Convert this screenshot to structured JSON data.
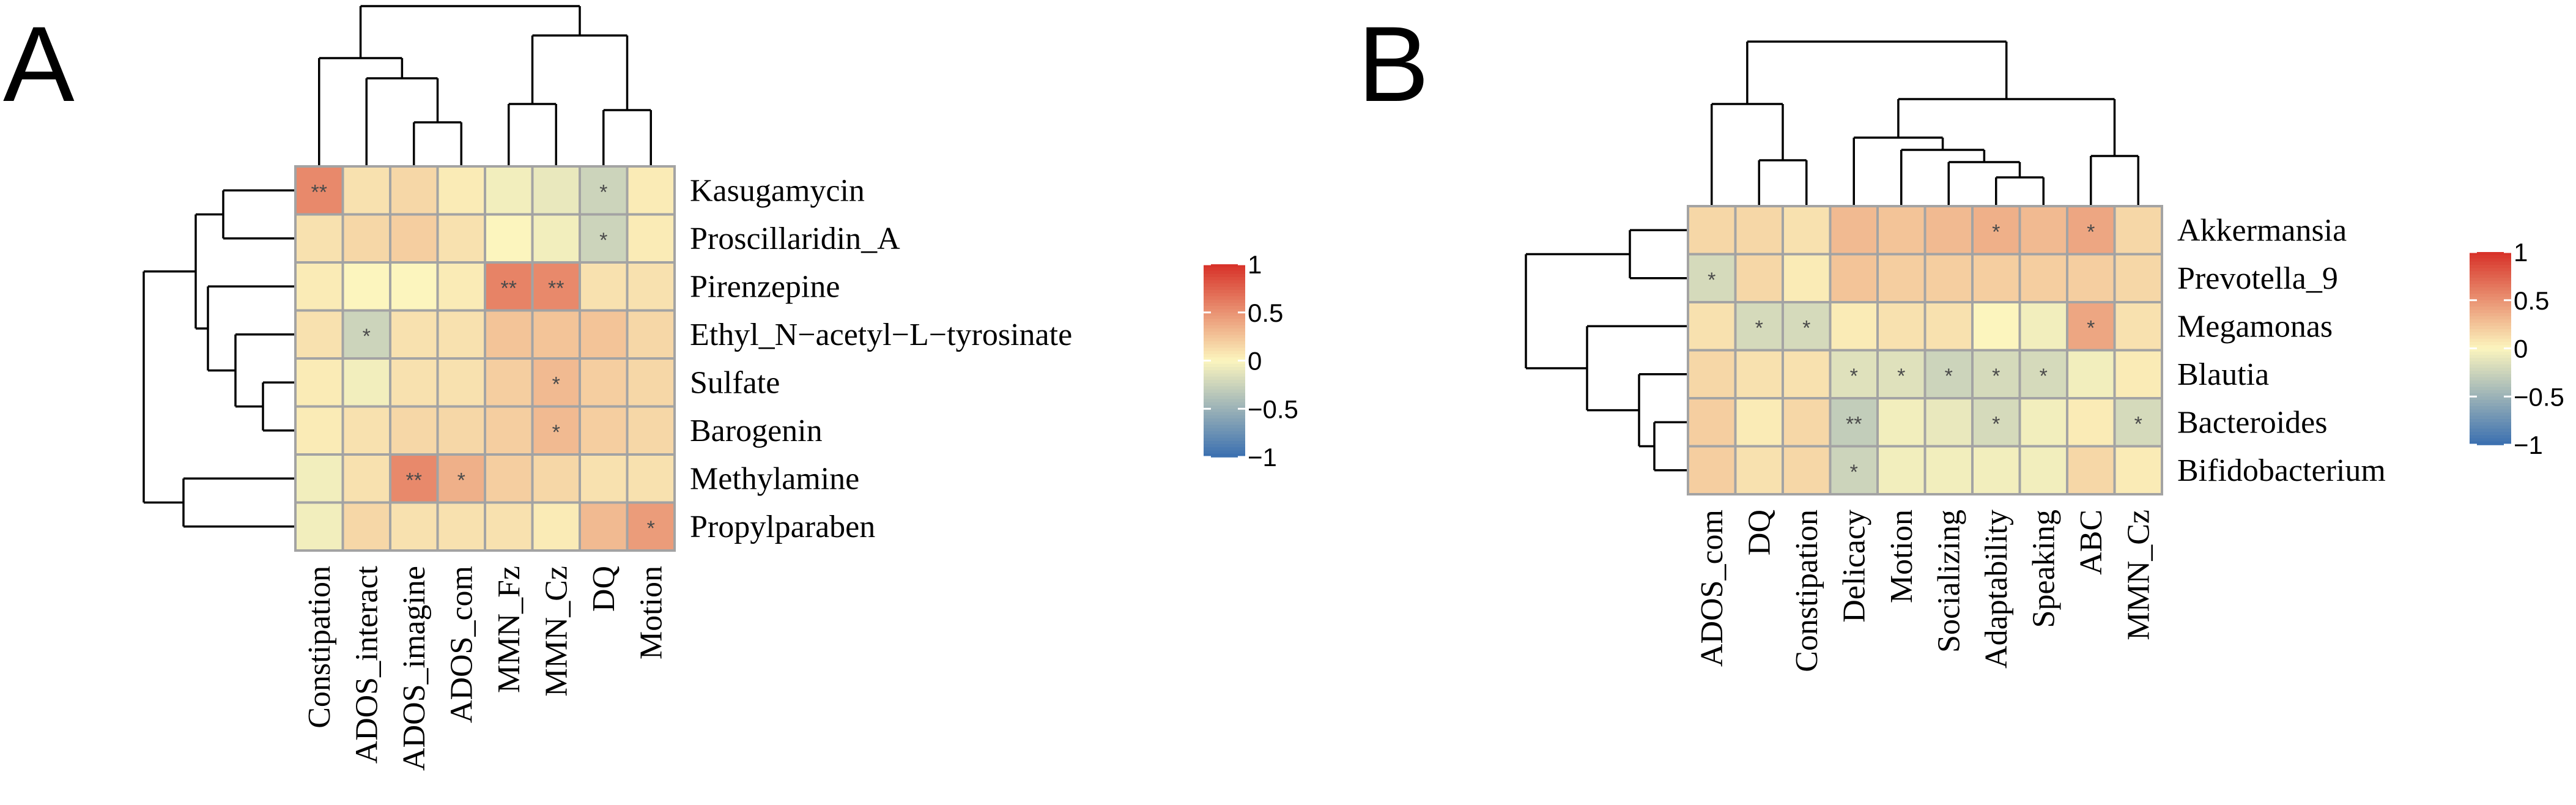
{
  "chart_data": [
    {
      "type": "heatmap",
      "panel": "A",
      "rows": [
        "Kasugamycin",
        "Proscillaridin_A",
        "Pirenzepine",
        "Ethyl_N−acetyl−L−tyrosinate",
        "Sulfate",
        "Barogenin",
        "Methylamine",
        "Propylparaben"
      ],
      "columns": [
        "Constipation",
        "ADOS_interact",
        "ADOS_imagine",
        "ADOS_com",
        "MMN_Fz",
        "MMN_Cz",
        "DQ",
        "Motion"
      ],
      "values": [
        [
          0.55,
          0.1,
          0.15,
          0.05,
          -0.05,
          -0.1,
          -0.25,
          0.05
        ],
        [
          0.1,
          0.15,
          0.2,
          0.1,
          0.0,
          -0.05,
          -0.25,
          0.05
        ],
        [
          0.05,
          0.0,
          0.0,
          0.05,
          0.58,
          0.55,
          0.1,
          0.1
        ],
        [
          0.1,
          -0.25,
          0.1,
          0.1,
          0.25,
          0.25,
          0.25,
          0.15
        ],
        [
          0.05,
          -0.05,
          0.1,
          0.1,
          0.2,
          0.3,
          0.2,
          0.15
        ],
        [
          0.05,
          0.1,
          0.15,
          0.15,
          0.2,
          0.3,
          0.2,
          0.15
        ],
        [
          -0.05,
          0.1,
          0.55,
          0.35,
          0.2,
          0.15,
          0.1,
          0.1
        ],
        [
          -0.05,
          0.15,
          0.1,
          0.1,
          0.1,
          0.05,
          0.3,
          0.45
        ]
      ],
      "significance": [
        [
          "**",
          "",
          "",
          "",
          "",
          "",
          "*",
          ""
        ],
        [
          "",
          "",
          "",
          "",
          "",
          "",
          "*",
          ""
        ],
        [
          "",
          "",
          "",
          "",
          "**",
          "**",
          "",
          ""
        ],
        [
          "",
          "*",
          "",
          "",
          "",
          "",
          "",
          ""
        ],
        [
          "",
          "",
          "",
          "",
          "",
          "*",
          "",
          ""
        ],
        [
          "",
          "",
          "",
          "",
          "",
          "*",
          "",
          ""
        ],
        [
          "",
          "",
          "**",
          "*",
          "",
          "",
          "",
          ""
        ],
        [
          "",
          "",
          "",
          "",
          "",
          "",
          "",
          "*"
        ]
      ],
      "color_range": [
        -1,
        1
      ],
      "legend_ticks": [
        "1",
        "0.5",
        "0",
        "−0.5",
        "−1"
      ],
      "colors": {
        "low": "#3a6fb0",
        "mid": "#fcf5be",
        "high": "#d73027"
      }
    },
    {
      "type": "heatmap",
      "panel": "B",
      "rows": [
        "Akkermansia",
        "Prevotella_9",
        "Megamonas",
        "Blautia",
        "Bacteroides",
        "Bifidobacterium"
      ],
      "columns": [
        "ADOS_com",
        "DQ",
        "Constipation",
        "Delicacy",
        "Motion",
        "Socializing",
        "Adaptability",
        "Speaking",
        "ABC",
        "MMN_Cz"
      ],
      "values": [
        [
          0.15,
          0.15,
          0.1,
          0.3,
          0.25,
          0.3,
          0.35,
          0.3,
          0.4,
          0.15
        ],
        [
          -0.2,
          0.15,
          0.05,
          0.25,
          0.2,
          0.2,
          0.2,
          0.2,
          0.2,
          0.15
        ],
        [
          0.1,
          -0.2,
          -0.2,
          0.05,
          0.1,
          0.1,
          0.0,
          -0.05,
          0.4,
          0.1
        ],
        [
          0.15,
          0.1,
          0.1,
          -0.15,
          -0.15,
          -0.25,
          -0.2,
          -0.2,
          -0.05,
          0.05
        ],
        [
          0.2,
          0.05,
          0.15,
          -0.3,
          -0.05,
          -0.1,
          -0.2,
          -0.05,
          0.05,
          -0.2
        ],
        [
          0.2,
          0.1,
          0.15,
          -0.25,
          -0.05,
          -0.05,
          -0.05,
          -0.05,
          0.15,
          0.05
        ]
      ],
      "significance": [
        [
          "",
          "",
          "",
          "",
          "",
          "",
          "*",
          "",
          "*",
          ""
        ],
        [
          "*",
          "",
          "",
          "",
          "",
          "",
          "",
          "",
          "",
          ""
        ],
        [
          "",
          "*",
          "*",
          "",
          "",
          "",
          "",
          "",
          "*",
          ""
        ],
        [
          "",
          "",
          "",
          "*",
          "*",
          "*",
          "*",
          "*",
          "",
          ""
        ],
        [
          "",
          "",
          "",
          "**",
          "",
          "",
          "*",
          "",
          "",
          "*"
        ],
        [
          "",
          "",
          "",
          "*",
          "",
          "",
          "",
          "",
          "",
          ""
        ]
      ],
      "color_range": [
        -1,
        1
      ],
      "legend_ticks": [
        "1",
        "0.5",
        "0",
        "−0.5",
        "−1"
      ],
      "colors": {
        "low": "#3a6fb0",
        "mid": "#fcf5be",
        "high": "#d73027"
      }
    }
  ]
}
